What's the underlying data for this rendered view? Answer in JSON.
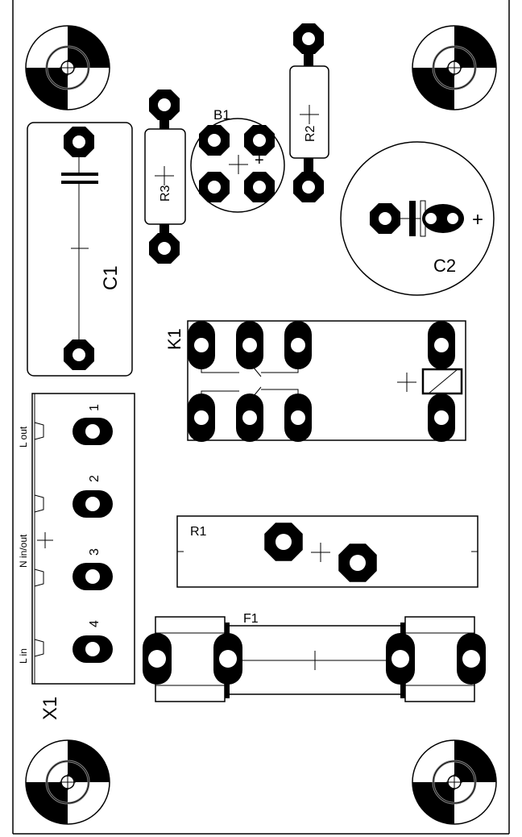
{
  "colors": {
    "copper": "#000000",
    "background": "#ffffff"
  },
  "components": {
    "c1": {
      "label": "C1"
    },
    "c2": {
      "label": "C2",
      "polarity": "+"
    },
    "r1": {
      "label": "R1"
    },
    "r2": {
      "label": "R2"
    },
    "r3": {
      "label": "R3"
    },
    "b1": {
      "label": "B1",
      "plus": "+",
      "minus": "-"
    },
    "k1": {
      "label": "K1"
    },
    "f1": {
      "label": "F1"
    },
    "x1": {
      "label": "X1",
      "pins": [
        {
          "number": "1",
          "name": "L out"
        },
        {
          "number": "2",
          "name": ""
        },
        {
          "number": "3",
          "name": "N in/out"
        },
        {
          "number": "4",
          "name": "L in"
        }
      ]
    }
  }
}
